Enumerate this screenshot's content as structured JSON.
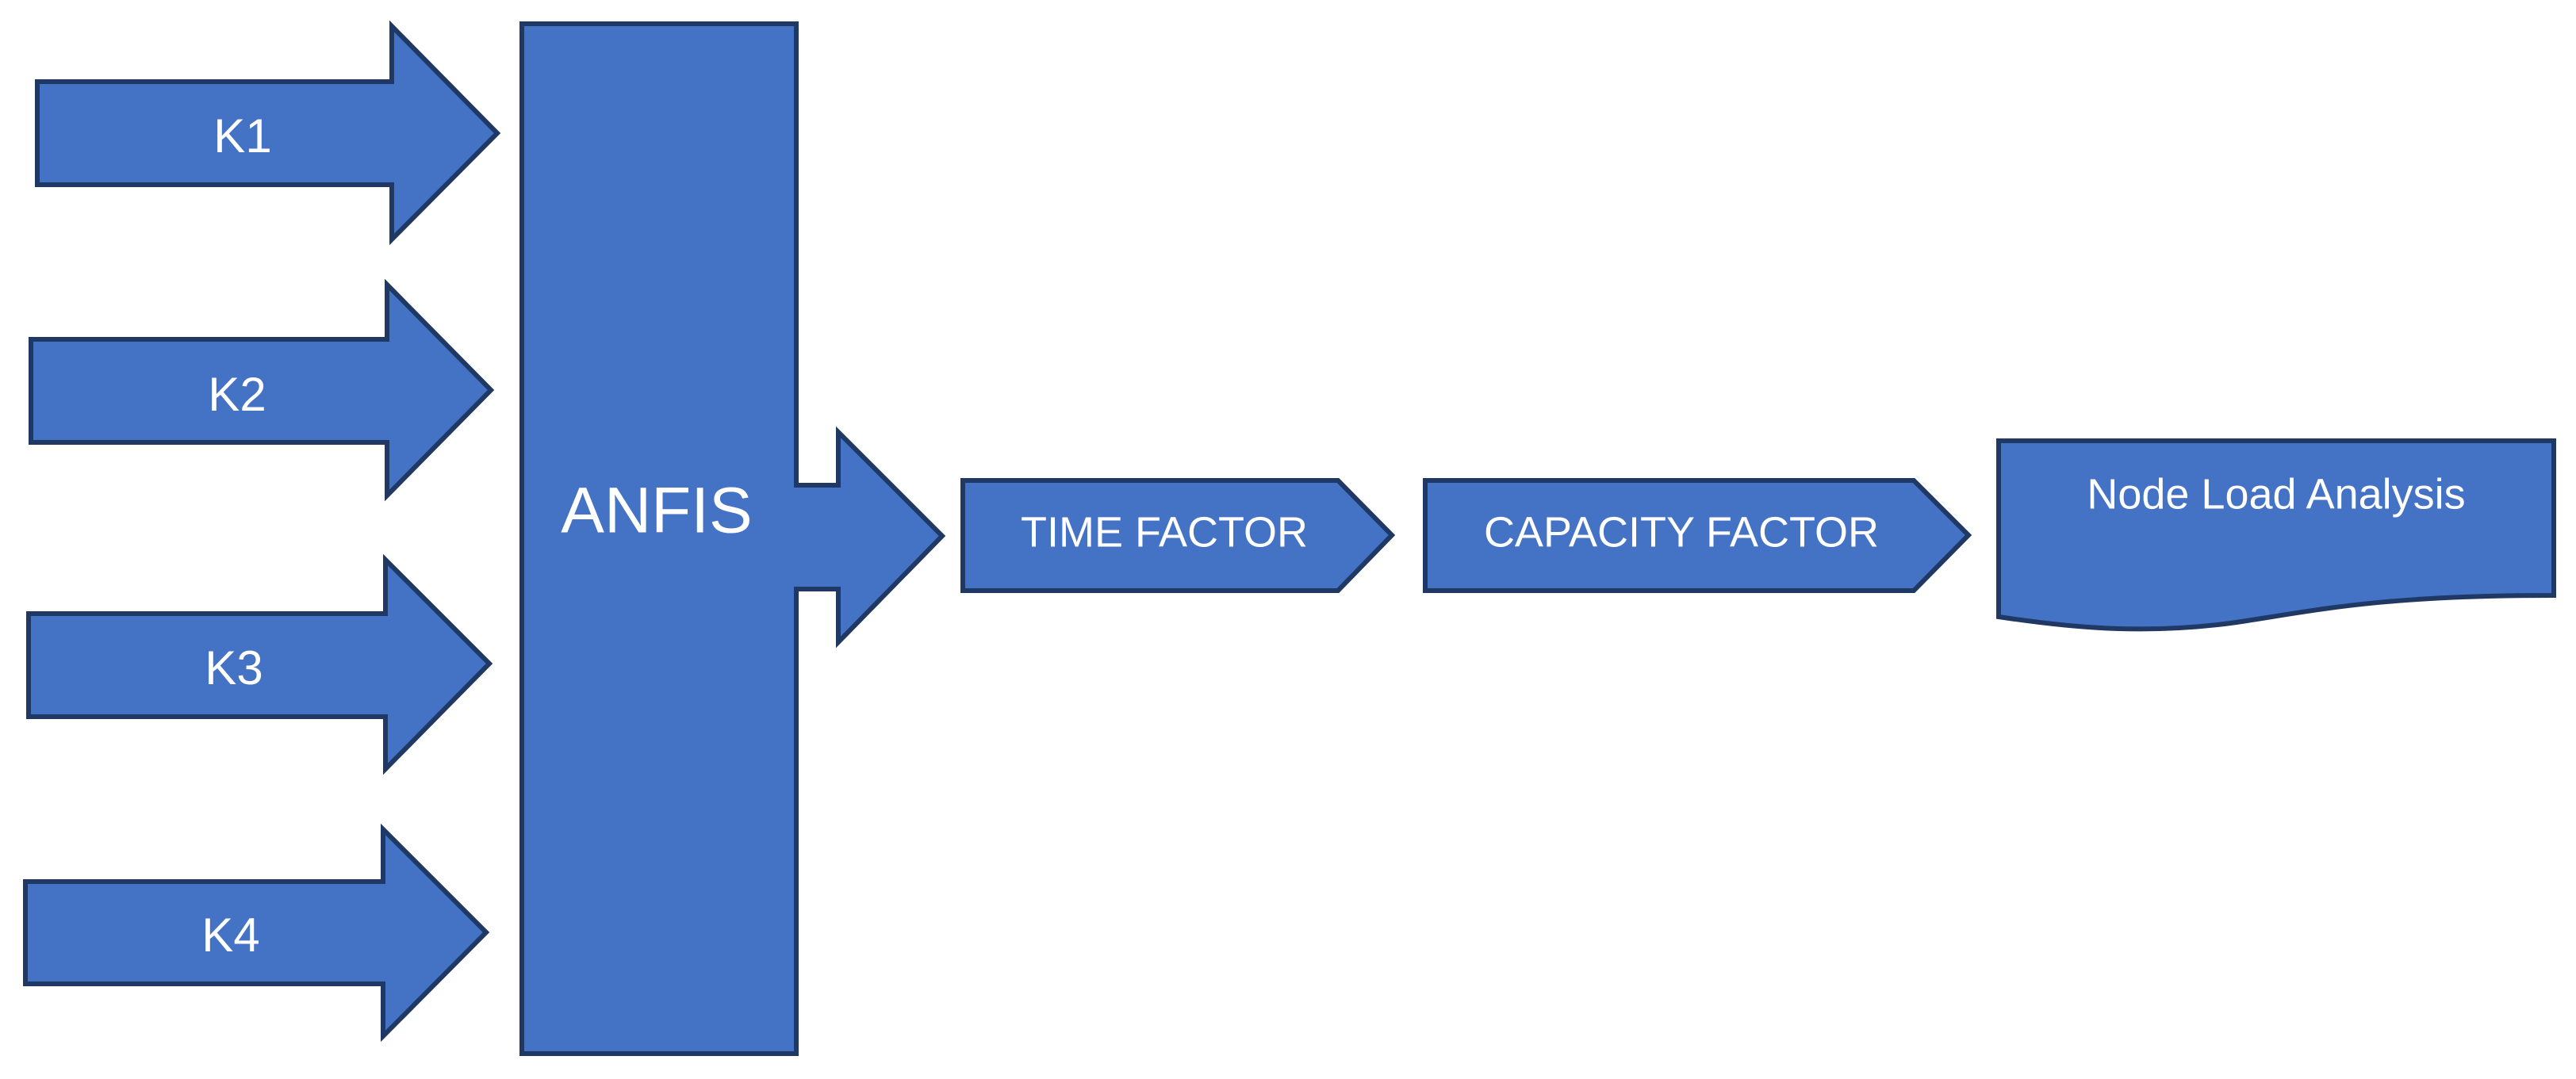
{
  "diagram": {
    "inputs": [
      {
        "label": "K1"
      },
      {
        "label": "K2"
      },
      {
        "label": "K3"
      },
      {
        "label": "K4"
      }
    ],
    "processor": {
      "label": "ANFIS"
    },
    "steps": [
      {
        "label": "TIME FACTOR"
      },
      {
        "label": "CAPACITY FACTOR"
      }
    ],
    "output": {
      "label": "Node Load Analysis"
    },
    "colors": {
      "fill": "#4472C4",
      "outline": "#1F3864",
      "text": "#FFFFFF",
      "background": "#FFFFFF"
    }
  }
}
